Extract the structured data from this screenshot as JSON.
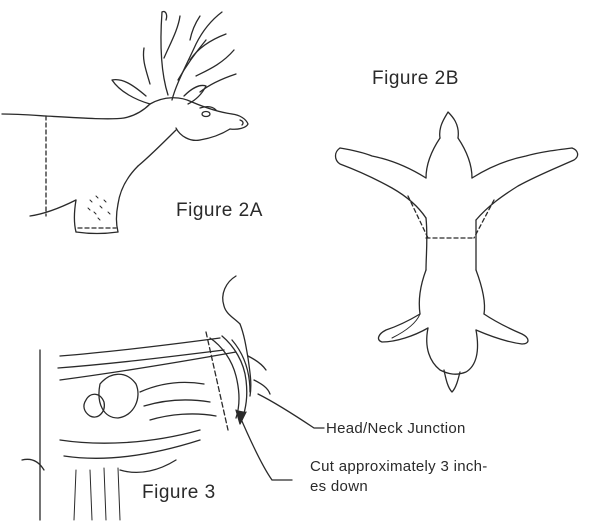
{
  "figures": {
    "fig2a": {
      "label": "Figure 2A",
      "subject": "deer-head-neck-profile"
    },
    "fig2b": {
      "label": "Figure 2B",
      "subject": "deer-body-top-view"
    },
    "fig3": {
      "label": "Figure 3",
      "subject": "neck-cut-detail"
    }
  },
  "annotations": {
    "head_neck_junction": "Head/Neck Junction",
    "cut_line_1": "Cut approximately 3 inch-",
    "cut_line_2": "es down"
  },
  "colors": {
    "ink": "#2a2a2a",
    "background": "#ffffff"
  }
}
